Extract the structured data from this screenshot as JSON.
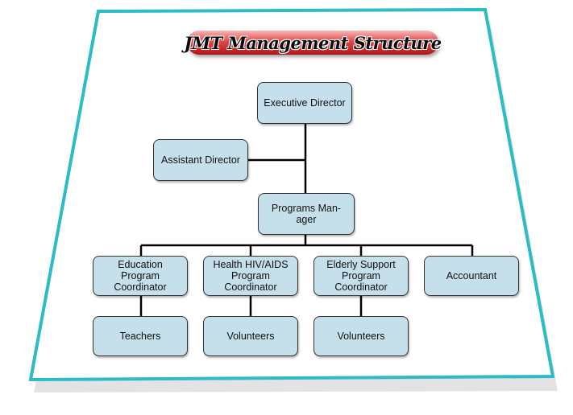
{
  "title": "JMT Management Structure",
  "nodes": {
    "executive_director": "Executive Director",
    "assistant_director": "Assistant Director",
    "programs_manager": "Programs Man-\nager",
    "education_coordinator": "Education\nProgram\nCoordinator",
    "health_coordinator": "Health HIV/AIDS\nProgram\nCoordinator",
    "elderly_coordinator": "Elderly Support\nProgram\nCoordinator",
    "accountant": "Accountant",
    "teachers": "Teachers",
    "volunteers_health": "Volunteers",
    "volunteers_elderly": "Volunteers"
  },
  "colors": {
    "frame_border": "#2bbcc4",
    "box_fill": "#c5e0ea",
    "title_fill": "#d83a3a"
  }
}
